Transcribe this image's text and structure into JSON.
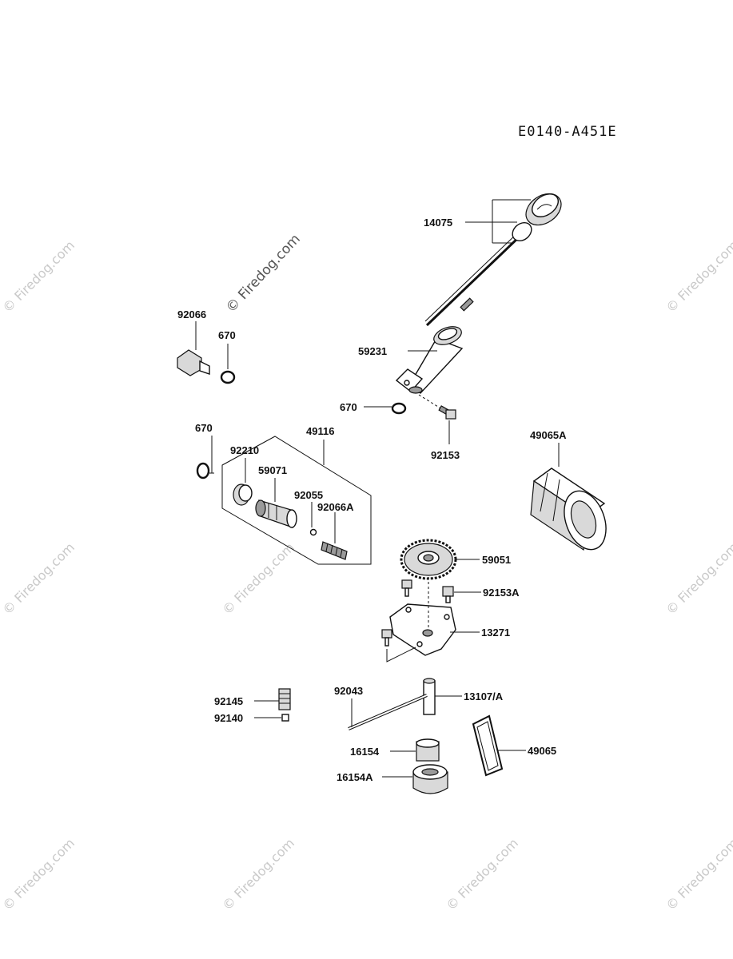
{
  "diagram": {
    "code": "E0140-A451E",
    "watermark": "© Firedog.com",
    "labels": {
      "p14075": "14075",
      "p59231": "59231",
      "p670_a": "670",
      "p670_b": "670",
      "p670_c": "670",
      "p92066": "92066",
      "p92153": "92153",
      "p49116": "49116",
      "p92210": "92210",
      "p59071": "59071",
      "p92055": "92055",
      "p92066A": "92066A",
      "p49065A": "49065A",
      "p59051": "59051",
      "p92153A": "92153A",
      "p13271": "13271",
      "p92145": "92145",
      "p92140": "92140",
      "p92043": "92043",
      "p13107A": "13107/A",
      "p16154": "16154",
      "p16154A": "16154A",
      "p49065": "49065"
    }
  }
}
